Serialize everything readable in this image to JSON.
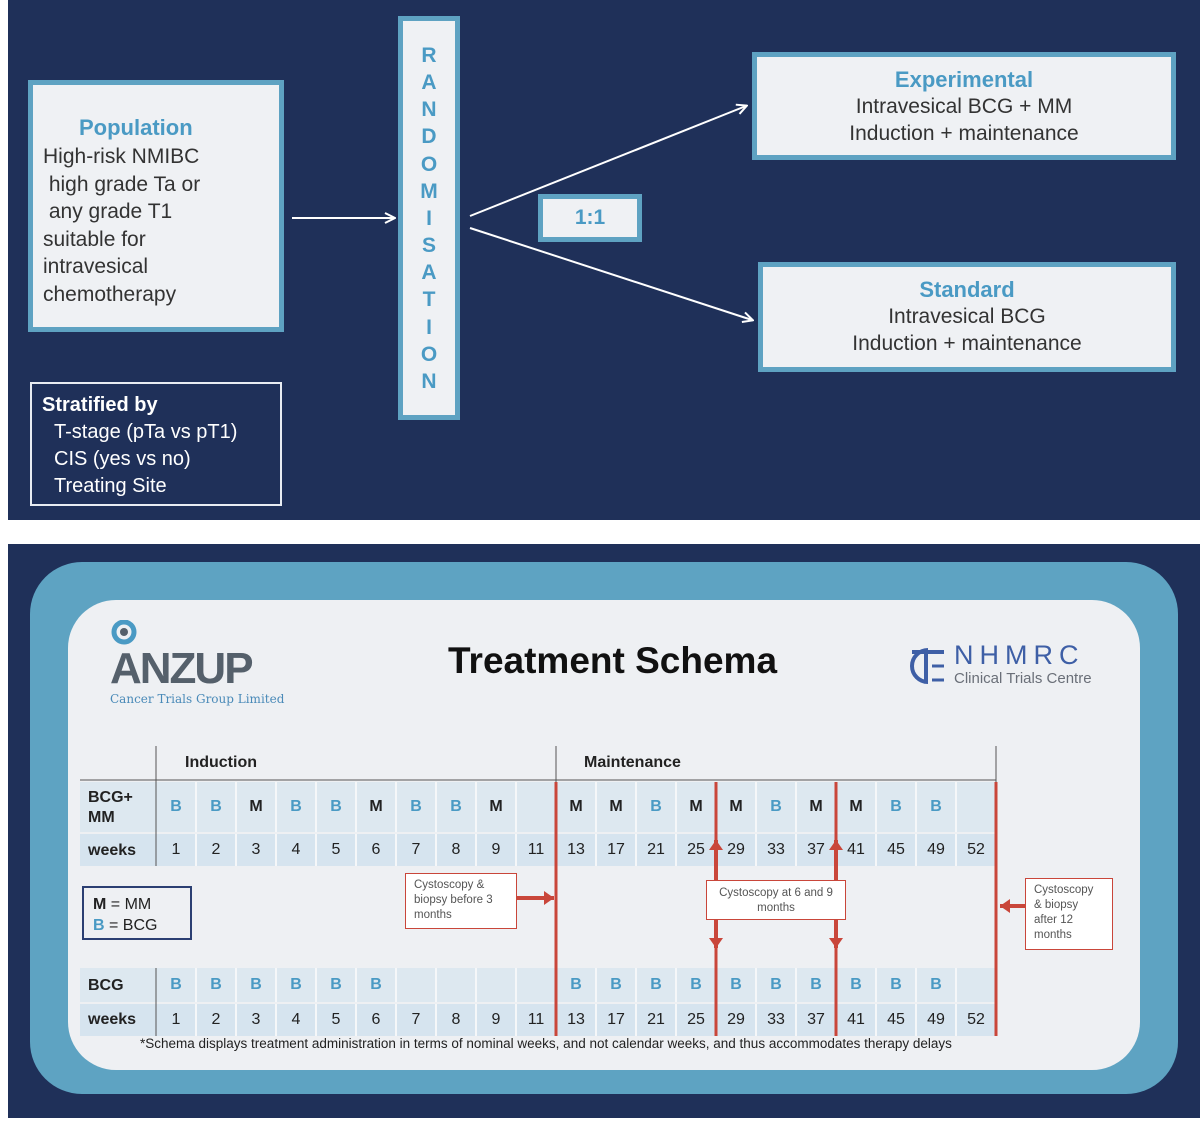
{
  "population": {
    "title": "Population",
    "lines": [
      "High-risk NMIBC",
      " high grade Ta or",
      " any grade T1",
      "suitable for",
      "intravesical",
      "chemotherapy"
    ]
  },
  "stratified": {
    "title": "Stratified by",
    "lines": [
      "T-stage (pTa vs pT1)",
      "CIS (yes vs no)",
      "Treating Site"
    ]
  },
  "randomisation": {
    "letters": [
      "R",
      "A",
      "N",
      "D",
      "O",
      "M",
      "I",
      "S",
      "A",
      "T",
      "I",
      "O",
      "N"
    ]
  },
  "ratio": "1:1",
  "experimental": {
    "title": "Experimental",
    "line1": "Intravesical BCG + MM",
    "line2": "Induction + maintenance"
  },
  "standard": {
    "title": "Standard",
    "line1": "Intravesical BCG",
    "line2": "Induction + maintenance"
  },
  "schema": {
    "title": "Treatment Schema",
    "anzup": {
      "name": "ANZUP",
      "sub": "Cancer Trials Group Limited"
    },
    "nhmrc": {
      "name": "NHMRC",
      "sub": "Clinical Trials Centre"
    },
    "induction_label": "Induction",
    "maintenance_label": "Maintenance",
    "arm1_label_line1": "BCG+",
    "arm1_label_line2": "MM",
    "arm2_label": "BCG",
    "weeks_label": "weeks",
    "weeks": [
      "1",
      "2",
      "3",
      "4",
      "5",
      "6",
      "7",
      "8",
      "9",
      "11",
      "13",
      "17",
      "21",
      "25",
      "29",
      "33",
      "37",
      "41",
      "45",
      "49",
      "52"
    ],
    "arm1_doses": [
      "B",
      "B",
      "M",
      "B",
      "B",
      "M",
      "B",
      "B",
      "M",
      "",
      "M",
      "M",
      "B",
      "M",
      "M",
      "B",
      "M",
      "M",
      "B",
      "B",
      ""
    ],
    "arm2_doses": [
      "B",
      "B",
      "B",
      "B",
      "B",
      "B",
      "",
      "",
      "",
      "",
      "B",
      "B",
      "B",
      "B",
      "B",
      "B",
      "B",
      "B",
      "B",
      "B",
      ""
    ],
    "legend": {
      "m_key": "M",
      "m_text": " = MM",
      "b_key": "B",
      "b_text": " = BCG"
    },
    "note1": "Cystoscopy & biopsy before 3 months",
    "note2": "Cystoscopy at 6 and 9 months",
    "note3": "Cystoscopy & biopsy after 12 months",
    "footnote": "*Schema displays treatment administration in terms of nominal weeks, and not calendar weeks, and thus accommodates therapy delays",
    "colors": {
      "b": "#4a9ac4",
      "accent_red": "#c9463a",
      "row_band": "#d6e4ef"
    }
  }
}
